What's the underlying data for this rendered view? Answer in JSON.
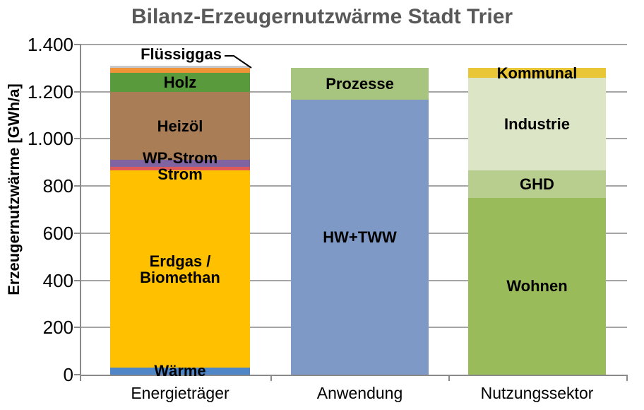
{
  "title": "Bilanz-Erzeugernutzwärme Stadt Trier",
  "colors": {
    "title_text": "#595959",
    "axis_line": "#8A8A8A",
    "gridline": "#A5A5A5",
    "label_text": "#000000",
    "background": "#FFFFFF"
  },
  "chart_data": {
    "type": "bar",
    "stacked": true,
    "title": "Bilanz-Erzeugernutzwärme Stadt Trier",
    "xlabel": "",
    "ylabel": "Erzeugernutzwärme [GWh/a]",
    "unit": "GWh/a",
    "ylim": [
      0,
      1400
    ],
    "ytick_step": 200,
    "ytick_labels": [
      "0",
      "200",
      "400",
      "600",
      "800",
      "1.000",
      "1.200",
      "1.400"
    ],
    "grid": "horizontal",
    "legend_position": "none - segments labeled inline",
    "categories": [
      "Energieträger",
      "Anwendung",
      "Nutzungssektor"
    ],
    "bars": [
      {
        "category": "Energieträger",
        "segments": [
          {
            "label": "Wärme",
            "value": 30,
            "color": "#4F86C8"
          },
          {
            "label": "Erdgas /\nBiomethan",
            "value": 835,
            "color": "#FFC000"
          },
          {
            "label": "Strom",
            "value": 15,
            "color": "#E05A58"
          },
          {
            "label": "WP-Strom",
            "value": 30,
            "color": "#8064A2"
          },
          {
            "label": "Heizöl",
            "value": 290,
            "color": "#A97D55"
          },
          {
            "label": "Holz",
            "value": 80,
            "color": "#599A3C"
          },
          {
            "label": "Flüssiggas",
            "value": 20,
            "color": "#F0943A",
            "label_style": "callout"
          },
          {
            "label": "",
            "value": 10,
            "color": "#C6C9CC"
          }
        ]
      },
      {
        "category": "Anwendung",
        "segments": [
          {
            "label": "HW+TWW",
            "value": 1165,
            "color": "#7E99C6"
          },
          {
            "label": "Prozesse",
            "value": 135,
            "color": "#A7C57E"
          }
        ]
      },
      {
        "category": "Nutzungssektor",
        "segments": [
          {
            "label": "Wohnen",
            "value": 750,
            "color": "#9ABB59"
          },
          {
            "label": "GHD",
            "value": 115,
            "color": "#B7CE8F"
          },
          {
            "label": "Industrie",
            "value": 395,
            "color": "#DCE5C6"
          },
          {
            "label": "Kommunal",
            "value": 40,
            "color": "#E9C636"
          }
        ]
      }
    ]
  }
}
